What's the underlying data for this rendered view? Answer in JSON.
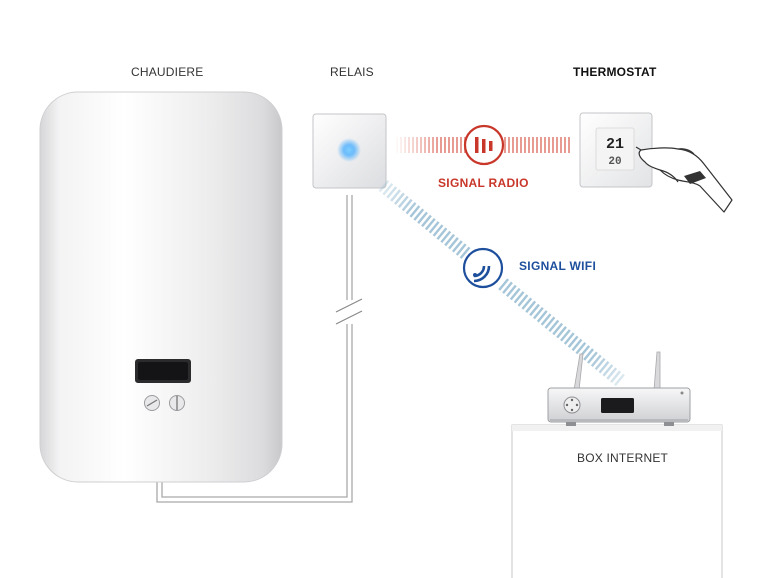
{
  "labels": {
    "boiler": "CHAUDIERE",
    "relay": "RELAIS",
    "thermostat": "THERMOSTAT",
    "box": "BOX INTERNET"
  },
  "signals": {
    "radio": "SIGNAL RADIO",
    "wifi": "SIGNAL WIFI"
  },
  "thermostat_display": {
    "top": "21",
    "bottom": "20"
  },
  "colors": {
    "radio": "#c8372a",
    "wifi": "#1d4f9c",
    "relay_led": "#3aa7ff",
    "wire": "#aaaaaa"
  },
  "icons": [
    "radio-signal-icon",
    "wifi-signal-icon",
    "hand-icon",
    "dpad-icon"
  ]
}
